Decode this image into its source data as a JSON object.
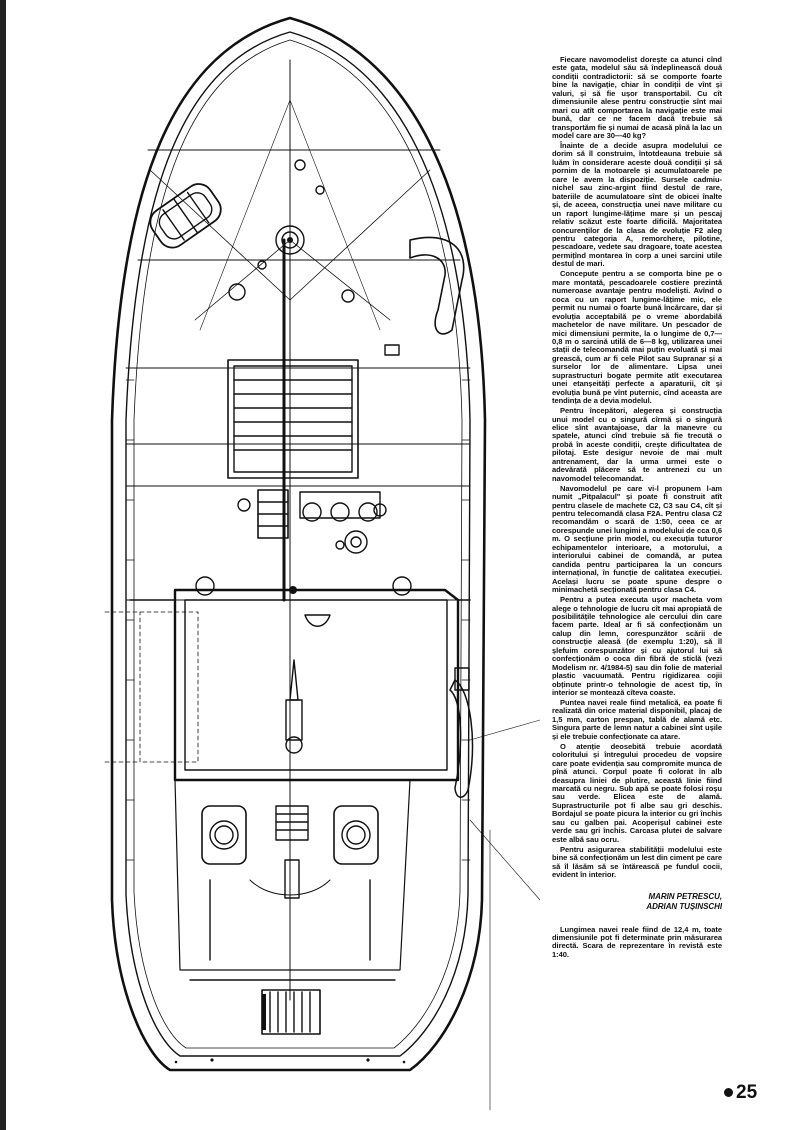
{
  "article": {
    "paragraphs": [
      "Fiecare navomodelist dorește ca atunci cînd este gata, modelul său să îndeplinească două condiții contradictorii: să se comporte foarte bine la navigație, chiar în condiții de vînt și valuri, și să fie ușor transportabil. Cu cît dimensiunile alese pentru construcție sînt mai mari cu atît comportarea la navigație este mai bună, dar ce ne facem dacă trebuie să transportăm fie și numai de acasă pînă la lac un model care are 30—40 kg?",
      "Înainte de a decide asupra modelului ce dorim să îl construim, întotdeauna trebuie să luăm în considerare aceste două condiții și să pornim de la motoarele și acumulatoarele pe care le avem la dispoziție. Sursele cadmiu-nichel sau zinc-argint fiind destul de rare, bateriile de acumulatoare sînt de obicei înalte și, de aceea, construcția unei nave militare cu un raport lungime-lățime mare și un pescaj relativ scăzut este foarte dificilă. Majoritatea concurenților de la clasa de evoluție F2 aleg pentru categoria A, remorchere, pilotine, pescadoare, vedete sau dragoare, toate acestea permițînd montarea în corp a unei sarcini utile destul de mari.",
      "Concepute pentru a se comporta bine pe o mare montată, pescadoarele costiere prezintă numeroase avantaje pentru modeliști. Avînd o coca cu un raport lungime-lățime mic, ele permit nu numai o foarte bună încărcare, dar și evoluția acceptabilă pe o vreme abordabilă machetelor de nave militare. Un pescador de mici dimensiuni permite, la o lungime de 0,7—0,8 m o sarcină utilă de 6—8 kg, utilizarea unei stații de telecomandă mai puțin evoluată și mai grească, cum ar fi cele Pilot sau Supranar și a surselor lor de alimentare. Lipsa unei suprastructuri bogate permite atît executarea unei etanșeități perfecte a aparaturii, cît și evoluția bună pe vînt puternic, cînd aceasta are tendința de a devia modelul.",
      "Pentru începători, alegerea și construcția unui model cu o singură cîrmă și o singură elice sînt avantajoase, dar la manevre cu spatele, atunci cînd trebuie să fie trecută o probă în aceste condiții, crește dificultatea de pilotaj. Este desigur nevoie de mai mult antrenament, dar la urma urmei este o adevărată plăcere să te antrenezi cu un navomodel telecomandat.",
      "Navomodelul pe care vi-l propunem l-am numit „Pitpalacul\" și poate fi construit atît pentru clasele de machete C2, C3 sau C4, cît și pentru telecomandă clasa F2A. Pentru clasa C2 recomandăm o scară de 1:50, ceea ce ar corespunde unei lungimi a modelului de cca 0,6 m. O secțiune prin model, cu execuția tuturor echipamentelor interioare, a motorului, a interiorului cabinei de comandă, ar putea candida pentru participarea la un concurs internațional, în funcție de calitatea execuției. Același lucru se poate spune despre o minimachetă secționată pentru clasa C4.",
      "Pentru a putea executa ușor macheta vom alege o tehnologie de lucru cît mai apropiată de posibilitățile tehnologice ale cercului din care facem parte. Ideal ar fi să confecționăm un calup din lemn, corespunzător scării de construcție aleasă (de exemplu 1:20), să îl șlefuim corespunzător și cu ajutorul lui să confecționăm o coca din fibră de sticlă (vezi Modelism nr. 4/1984-5) sau din folie de material plastic vacuumată. Pentru rigidizarea cojii obținute printr-o tehnologie de acest tip, în interior se montează cîteva coaste.",
      "Puntea navei reale fiind metalică, ea poate fi realizată din orice material disponibil, placaj de 1,5 mm, carton prespan, tablă de alamă etc. Singura parte de lemn natur a cabinei sînt ușile și ele trebuie confecționate ca atare.",
      "O atenție deosebită trebuie acordată coloritului și întregului procedeu de vopsire care poate evidenția sau compromite munca de pînă atunci. Corpul poate fi colorat în alb deasupra liniei de plutire, această linie fiind marcată cu negru. Sub apă se poate folosi roșu sau verde. Elicea este de alamă. Suprastructurile pot fi albe sau gri deschis. Bordajul se poate picura la interior cu gri închis sau cu galben pai. Acoperișul cabinei este verde sau gri închis. Carcasa plutei de salvare este albă sau ocru.",
      "Pentru asigurarea stabilității modelului este bine să confecționăm un lest din ciment pe care să îl lăsăm să se întărească pe fundul cocii, evident în interior."
    ],
    "authors": [
      "MARIN PETRESCU,",
      "ADRIAN TUȘINSCHI"
    ],
    "note": "Lungimea navei reale fiind de 12,4 m, toate dimensiunile pot fi determinate prin măsurarea directă. Scara de reprezentare în revistă este 1:40."
  },
  "page_number": "25"
}
